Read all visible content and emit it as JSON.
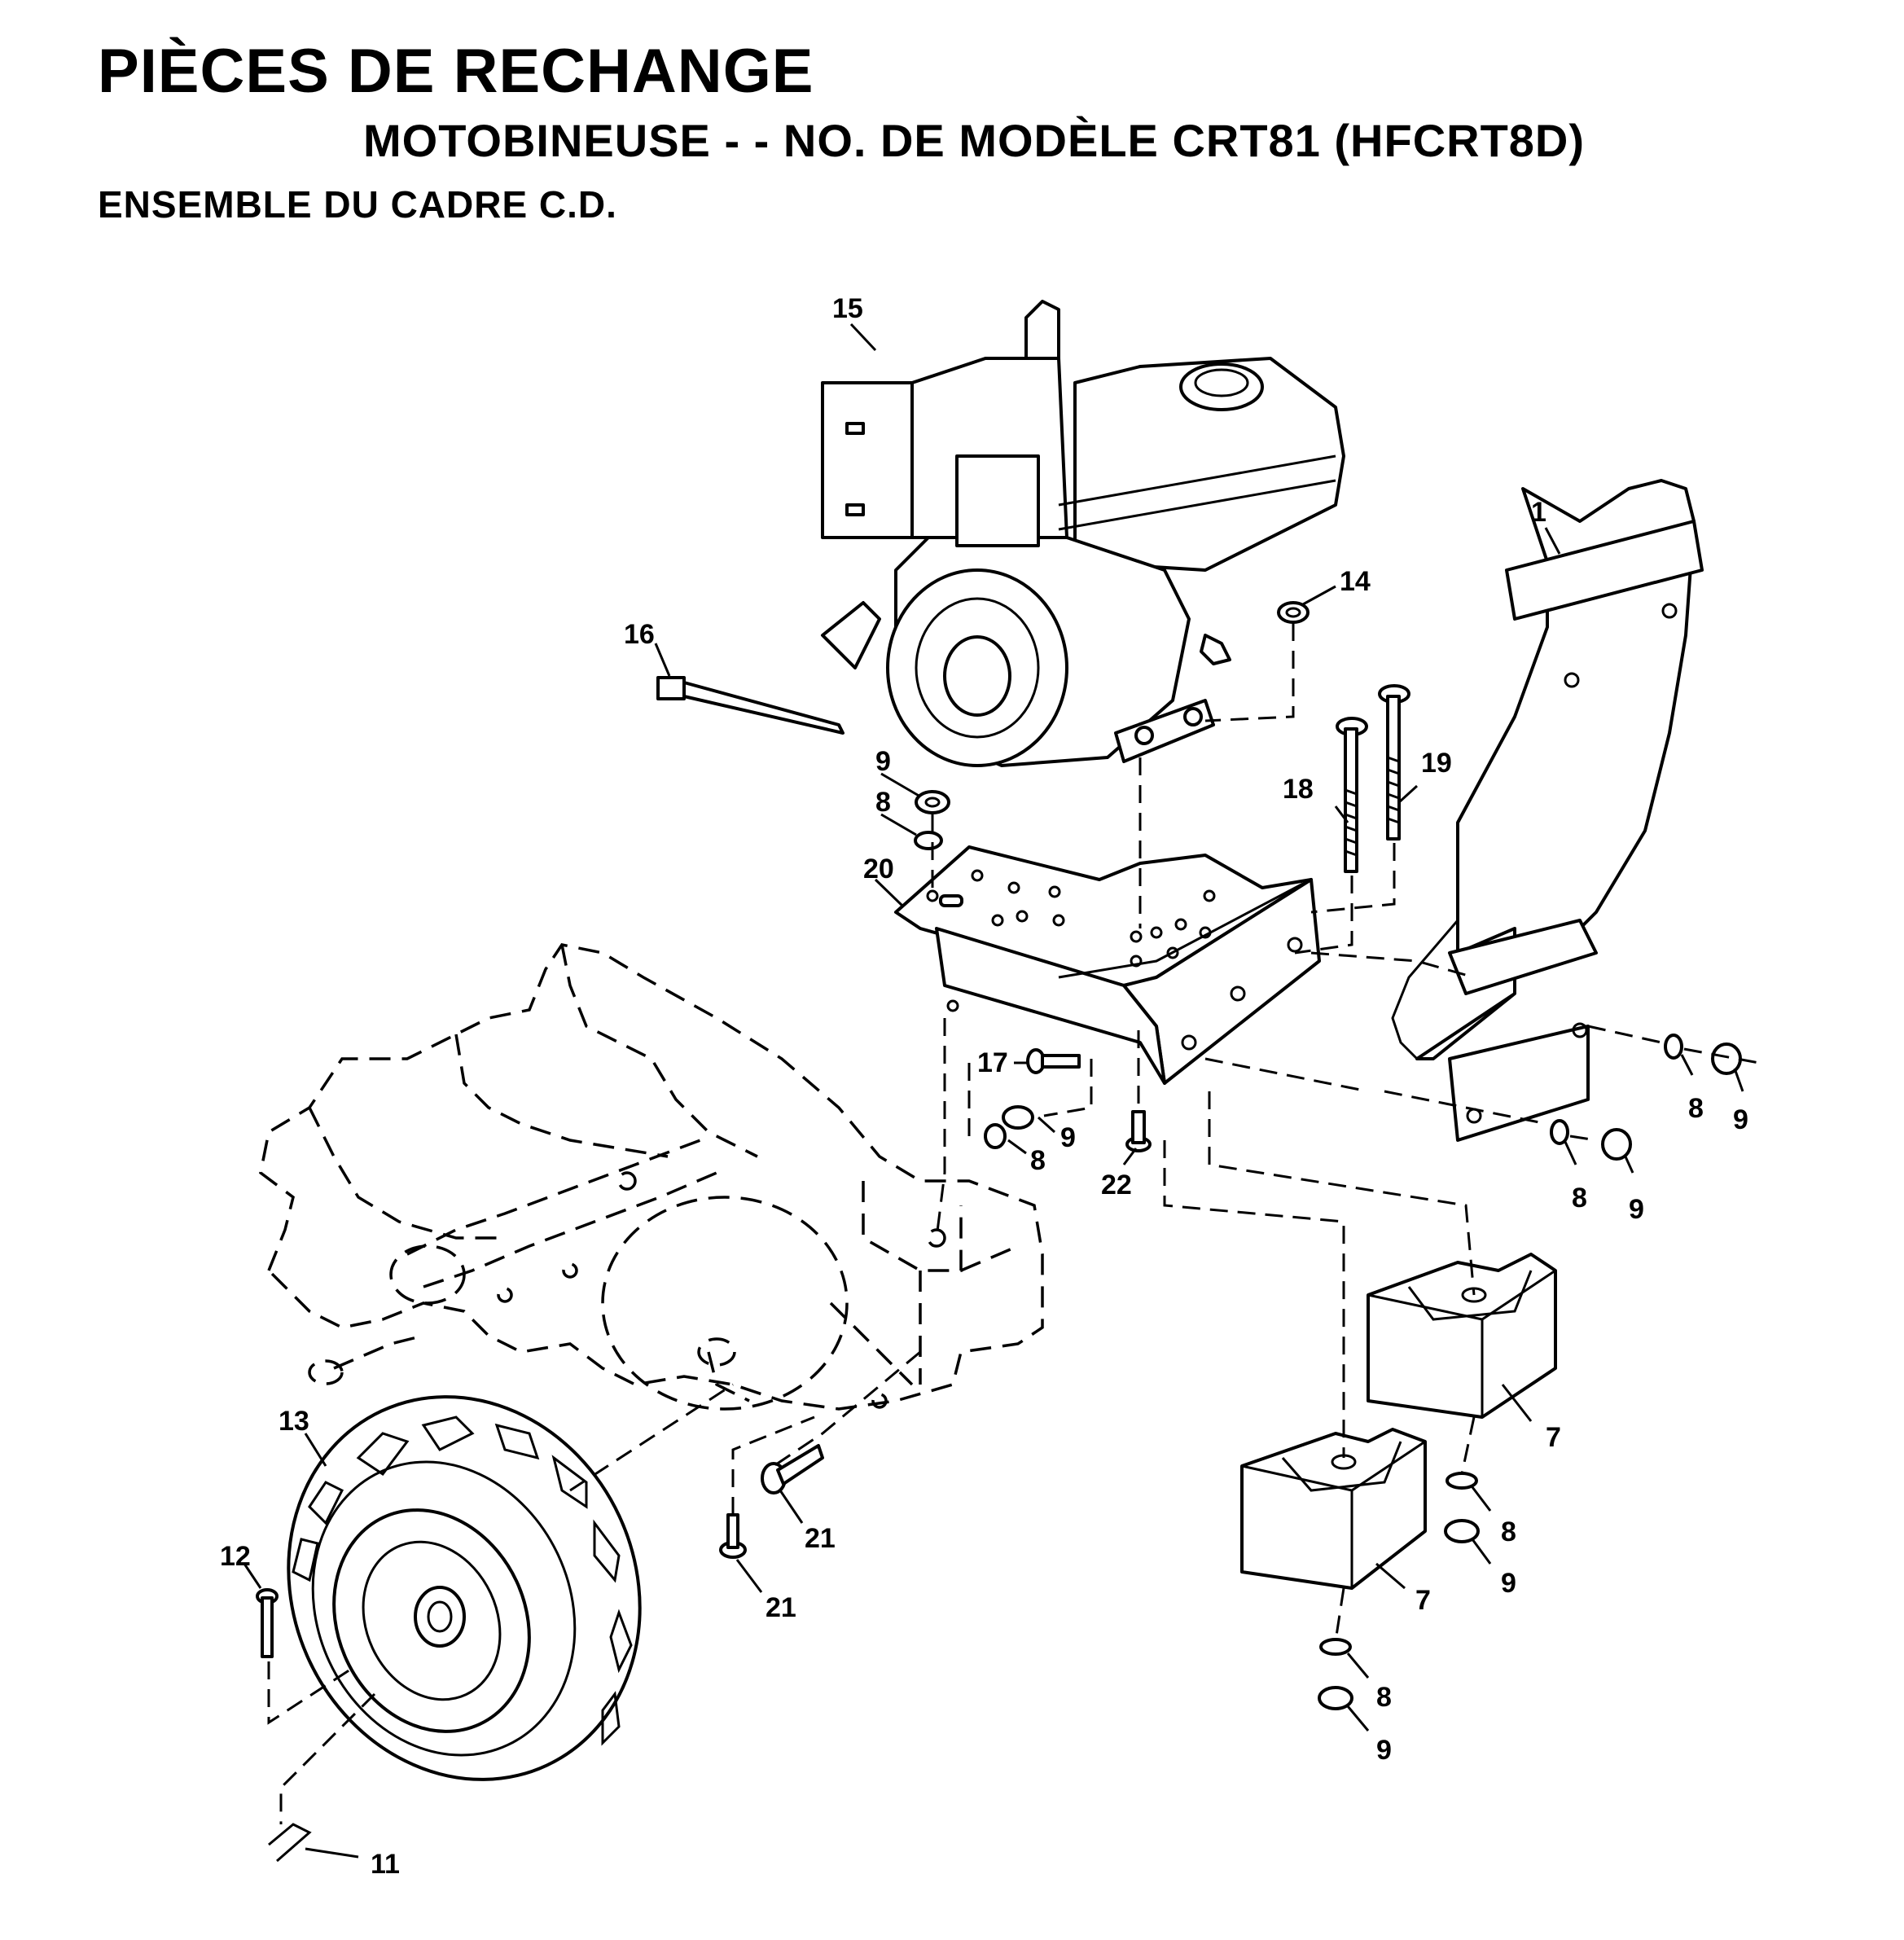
{
  "header": {
    "title": "PIÈCES DE RECHANGE",
    "subtitle": "MOTOBINEUSE - - NO.   DE MODÈLE CRT81 (HFCRT8D)",
    "section": "ENSEMBLE DU CADRE C.D."
  },
  "callouts": {
    "c1": "1",
    "c7a": "7",
    "c7b": "7",
    "c8a": "8",
    "c8b": "8",
    "c8c": "8",
    "c8d": "8",
    "c8e": "8",
    "c8f": "8",
    "c9a": "9",
    "c9b": "9",
    "c9c": "9",
    "c9d": "9",
    "c9e": "9",
    "c9f": "9",
    "c11": "11",
    "c12": "12",
    "c13": "13",
    "c14": "14",
    "c15": "15",
    "c16": "16",
    "c17": "17",
    "c18": "18",
    "c19": "19",
    "c20": "20",
    "c21a": "21",
    "c21b": "21",
    "c22": "22"
  }
}
